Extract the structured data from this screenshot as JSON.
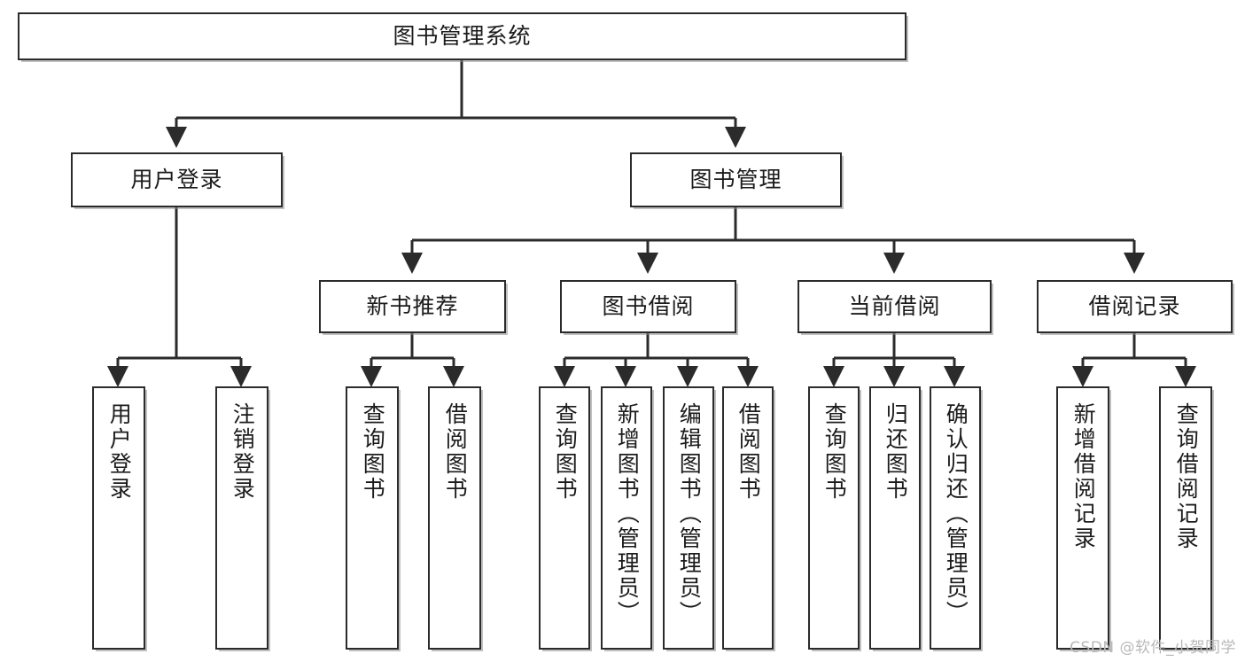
{
  "diagram": {
    "title": "图书管理系统",
    "type": "tree",
    "orientation": "top-down",
    "colors": {
      "box_border": "#2b2b2b",
      "box_fill": "#ffffff",
      "connector": "#2b2b2b",
      "text": "#1b1b1b",
      "watermark": "#b9b9b9",
      "background": "#ffffff"
    },
    "root": {
      "id": "root",
      "label": "图书管理系统"
    },
    "level2": [
      {
        "id": "user-login",
        "label": "用户登录"
      },
      {
        "id": "book-manage",
        "label": "图书管理"
      }
    ],
    "level3": [
      {
        "id": "new-book-rec",
        "label": "新书推荐"
      },
      {
        "id": "book-borrow",
        "label": "图书借阅"
      },
      {
        "id": "current-borrow",
        "label": "当前借阅"
      },
      {
        "id": "borrow-record",
        "label": "借阅记录"
      }
    ],
    "leaves": {
      "user-login": [
        {
          "id": "leaf-user-login",
          "label": "用户登录"
        },
        {
          "id": "leaf-logout",
          "label": "注销登录"
        }
      ],
      "new-book-rec": [
        {
          "id": "leaf-query-book-1",
          "label": "查询图书"
        },
        {
          "id": "leaf-borrow-book-1",
          "label": "借阅图书"
        }
      ],
      "book-borrow": [
        {
          "id": "leaf-query-book-2",
          "label": "查询图书"
        },
        {
          "id": "leaf-add-book",
          "label": "新增图书（管理员）"
        },
        {
          "id": "leaf-edit-book",
          "label": "编辑图书（管理员）"
        },
        {
          "id": "leaf-borrow-book-2",
          "label": "借阅图书"
        }
      ],
      "current-borrow": [
        {
          "id": "leaf-query-book-3",
          "label": "查询图书"
        },
        {
          "id": "leaf-return-book",
          "label": "归还图书"
        },
        {
          "id": "leaf-confirm-return",
          "label": "确认归还（管理员）"
        }
      ],
      "borrow-record": [
        {
          "id": "leaf-add-record",
          "label": "新增借阅记录"
        },
        {
          "id": "leaf-query-record",
          "label": "查询借阅记录"
        }
      ]
    }
  },
  "watermark": {
    "text": "CSDN @软件_小贺同学"
  }
}
